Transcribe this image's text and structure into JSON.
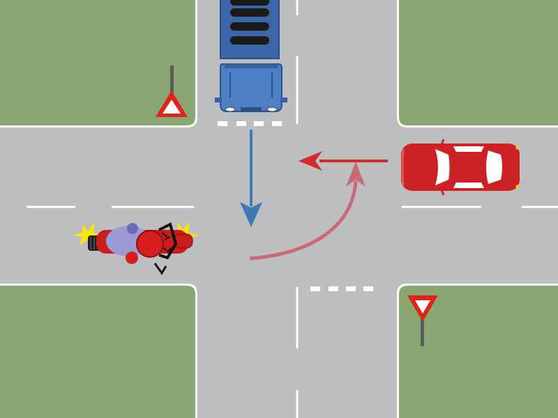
{
  "scene": {
    "type": "traffic-intersection",
    "colors": {
      "grass": "#8aa673",
      "road": "#bdbec0",
      "marking": "#ffffff",
      "sign_red": "#e2231a",
      "truck_blue": "#4e7ec4",
      "truck_dark": "#3b67a8",
      "car_red": "#cc2226",
      "bike_purple": "#9b9bd6",
      "arrow_blue": "#3f79b4",
      "arrow_red": "#d42a2a",
      "arrow_pink": "#c86a78"
    },
    "vehicles": [
      {
        "id": "truck",
        "kind": "truck",
        "color": "blue",
        "heading": "south",
        "movement": "straight"
      },
      {
        "id": "car",
        "kind": "car",
        "color": "red",
        "heading": "west",
        "movement": "straight"
      },
      {
        "id": "motorcycle",
        "kind": "motorcycle",
        "color": "purple",
        "heading": "east",
        "movement": "left-turn",
        "signal": "turn-indicators-flashing"
      }
    ],
    "signs": [
      {
        "id": "warning-triangle",
        "kind": "warning-triangle",
        "corner": "north-west"
      },
      {
        "id": "yield",
        "kind": "yield",
        "corner": "south-east"
      }
    ],
    "arrows": [
      {
        "id": "truck-arrow",
        "color": "blue",
        "direction": "down"
      },
      {
        "id": "car-arrow",
        "color": "red",
        "direction": "left"
      },
      {
        "id": "motorcycle-arrow",
        "color": "pink",
        "direction": "turn-up"
      }
    ]
  }
}
